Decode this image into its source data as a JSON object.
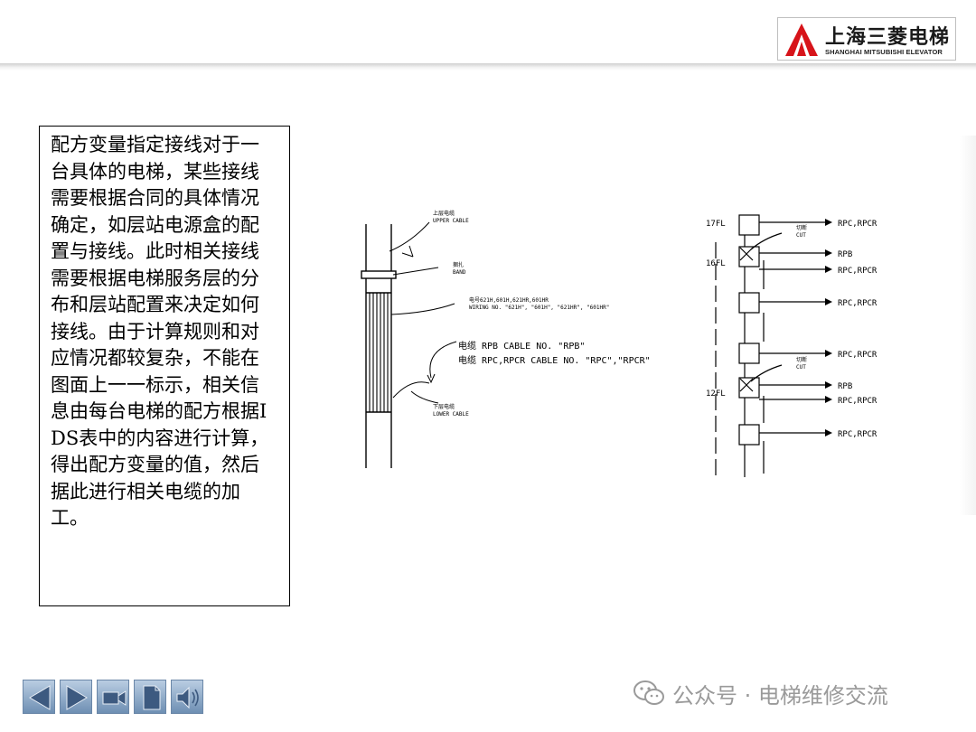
{
  "logo": {
    "cn": "上海三菱电梯",
    "en": "SHANGHAI MITSUBISHI ELEVATOR"
  },
  "text_box": {
    "body": "配方变量指定接线对于一台具体的电梯，某些接线需要根据合同的具体情况确定，如层站电源盒的配置与接线。此时相关接线需要根据电梯服务层的分布和层站配置来决定如何接线。由于计算规则和对应情况都较复杂，不能在图面上一一标示，相关信息由每台电梯的配方根据IDS表中的内容进行计算，得出配方变量的值，然后据此进行相关电缆的加工。"
  },
  "cable_diagram": {
    "upper_cable_cn": "上层电缆",
    "upper_cable_en": "UPPER CABLE",
    "band_cn": "捆扎",
    "band_en": "BAND",
    "wiring_cn": "电号621H,601H,621HR,601HR",
    "wiring_en": "WIRING NO.  \"621H\", \"601H\", \"621HR\", \"601HR\"",
    "cable_rpb": "电缆 RPB   CABLE NO.   \"RPB\"",
    "cable_rpc": "电缆 RPC,RPCR   CABLE NO.   \"RPC\",\"RPCR\"",
    "lower_cable_cn": "下层电缆",
    "lower_cable_en": "LOWER CABLE"
  },
  "floor_diagram": {
    "floors": [
      "17FL",
      "16FL",
      "12FL"
    ],
    "cut_cn": "切断",
    "cut_en": "CUT",
    "rpc_rpcr": "RPC,RPCR",
    "rpb": "RPB"
  },
  "nav": {
    "buttons": [
      "previous",
      "next",
      "video",
      "document",
      "sound"
    ]
  },
  "watermark": {
    "text": "公众号 · 电梯维修交流"
  },
  "colors": {
    "logo_red": "#d7141a",
    "nav_blue": "#6e8fb3",
    "watermark_gray": "#9a9a9a"
  }
}
